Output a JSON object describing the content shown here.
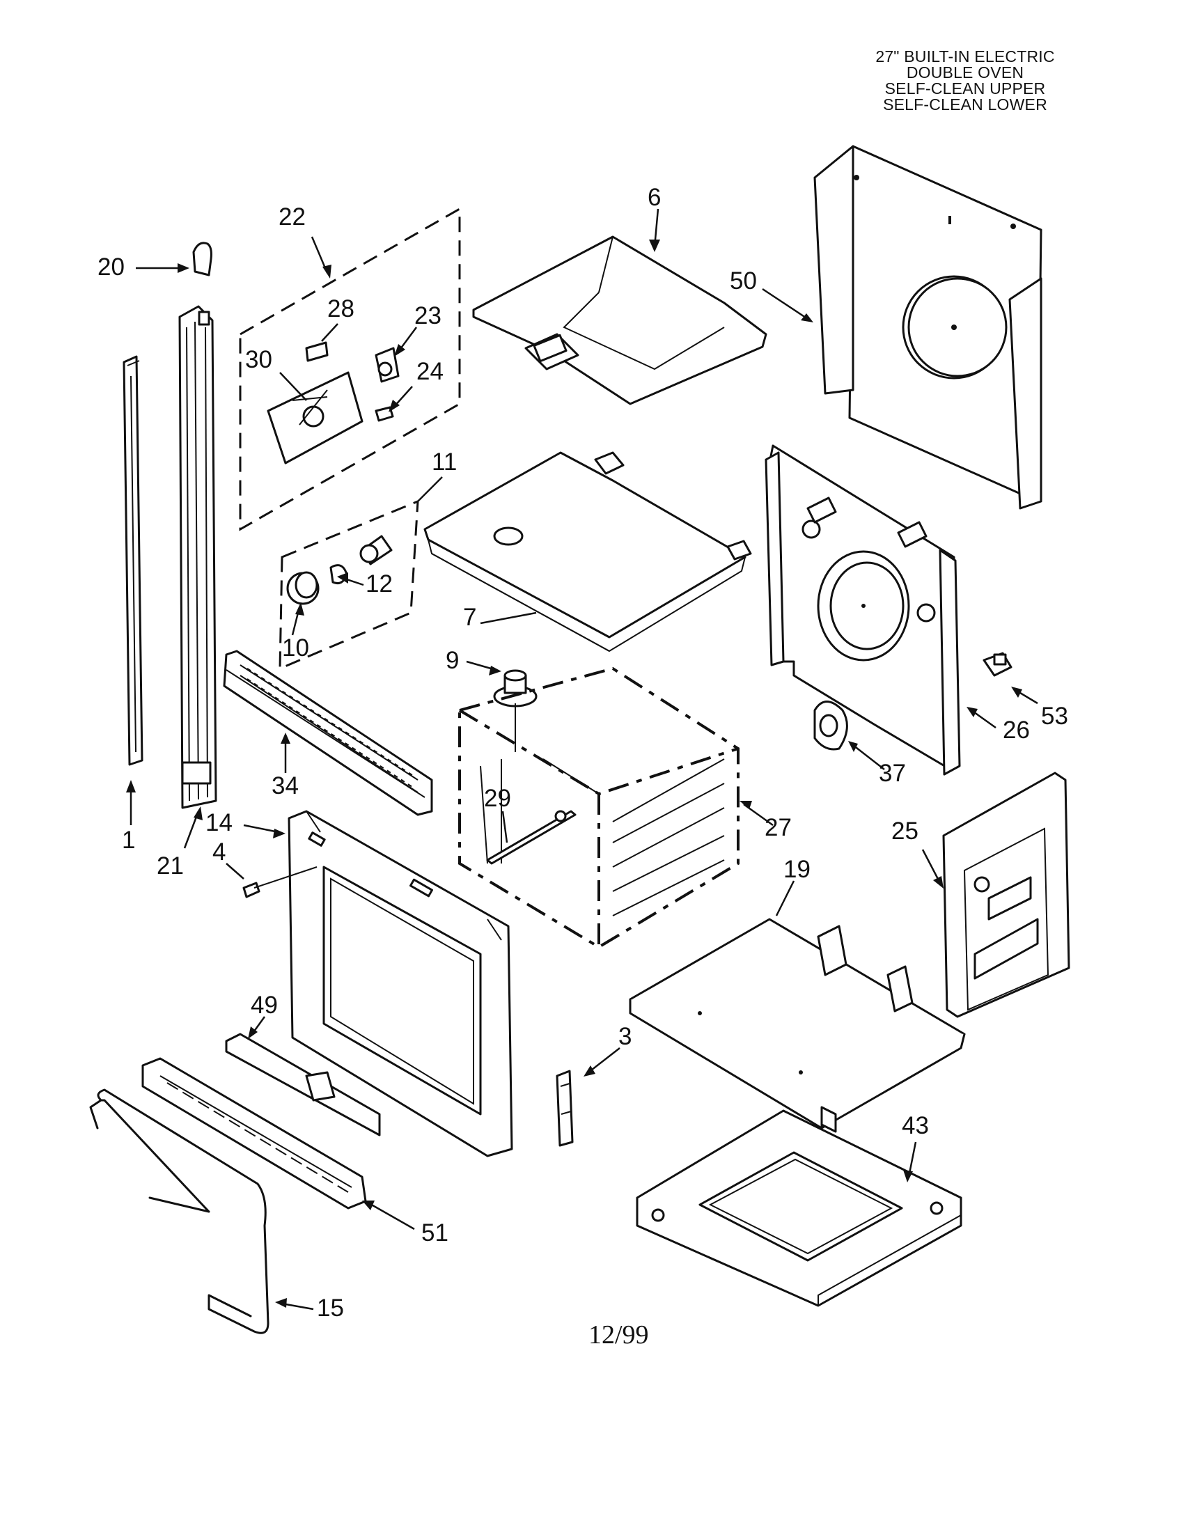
{
  "title": {
    "lines": [
      "27\" BUILT-IN ELECTRIC",
      "DOUBLE OVEN",
      "SELF-CLEAN UPPER",
      "SELF-CLEAN LOWER"
    ]
  },
  "footer": {
    "date": "12/99"
  },
  "callouts": {
    "c1": "1",
    "c3": "3",
    "c4": "4",
    "c6": "6",
    "c7": "7",
    "c9": "9",
    "c10": "10",
    "c11": "11",
    "c12": "12",
    "c14": "14",
    "c15": "15",
    "c19": "19",
    "c20": "20",
    "c21": "21",
    "c22": "22",
    "c23": "23",
    "c24": "24",
    "c25": "25",
    "c26": "26",
    "c27": "27",
    "c28": "28",
    "c29": "29",
    "c30": "30",
    "c34": "34",
    "c37": "37",
    "c43": "43",
    "c49": "49",
    "c50": "50",
    "c51": "51",
    "c53": "53"
  }
}
